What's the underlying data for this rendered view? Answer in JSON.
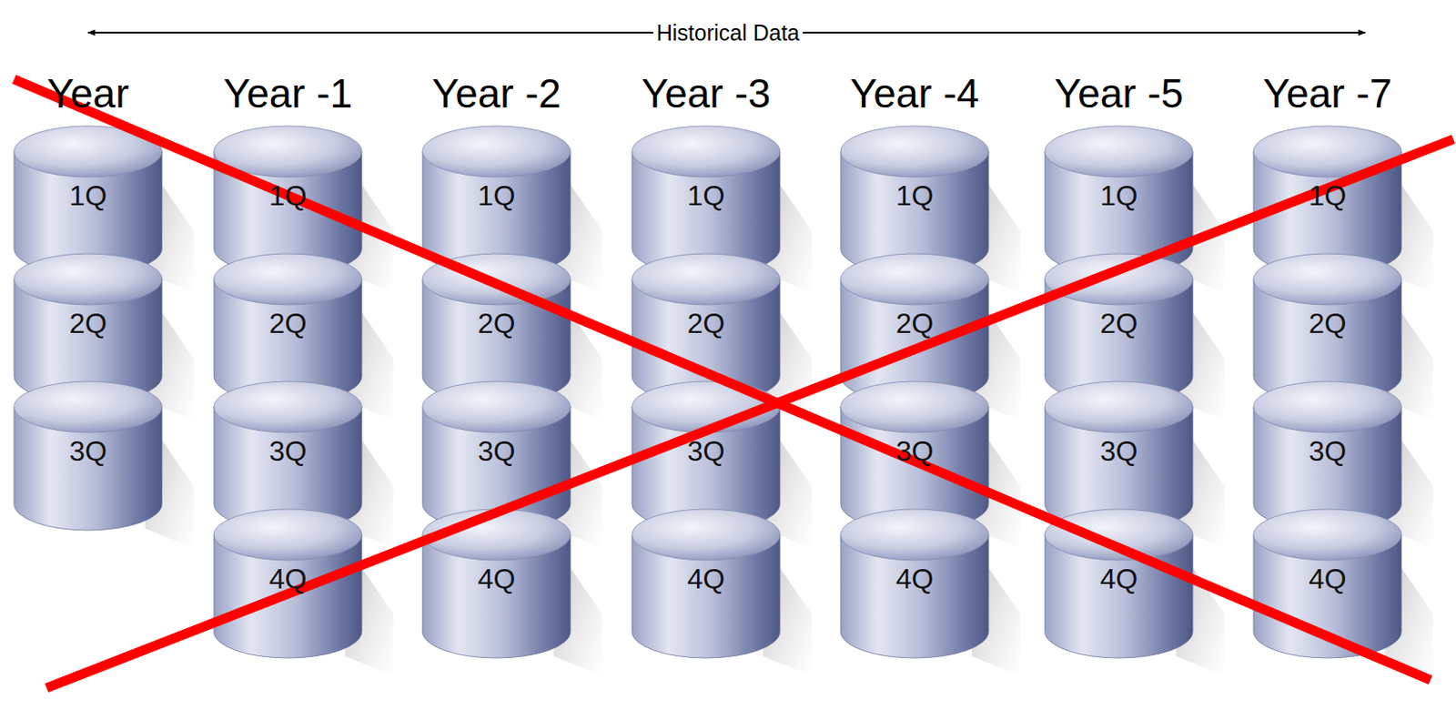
{
  "diagram": {
    "nodes": [
      {
        "text": [
          "1Q"
        ]
      },
      {
        "text": [
          "2Q"
        ]
      },
      {
        "text": [
          "3Q"
        ]
      },
      {
        "text": [
          "1Q"
        ]
      },
      {
        "text": [
          "2Q"
        ]
      },
      {
        "text": [
          "3Q"
        ]
      },
      {
        "text": [
          "4Q"
        ]
      },
      {
        "text": [
          "1Q"
        ]
      },
      {
        "text": [
          "2Q"
        ]
      },
      {
        "text": [
          "3Q"
        ]
      },
      {
        "text": [
          "4Q"
        ]
      },
      {
        "text": [
          "1Q"
        ]
      },
      {
        "text": [
          "2Q"
        ]
      },
      {
        "text": [
          "3Q"
        ]
      },
      {
        "text": [
          "4Q"
        ]
      },
      {
        "text": [
          "1Q"
        ]
      },
      {
        "text": [
          "2Q"
        ]
      },
      {
        "text": [
          "3Q"
        ]
      },
      {
        "text": [
          "4Q"
        ]
      },
      {
        "text": [
          "1Q"
        ]
      },
      {
        "text": [
          "2Q"
        ]
      },
      {
        "text": [
          "3Q"
        ]
      },
      {
        "text": [
          "4Q"
        ]
      },
      {
        "text": [
          "1Q"
        ]
      },
      {
        "text": [
          "2Q"
        ]
      },
      {
        "text": [
          "3Q"
        ]
      },
      {
        "text": [
          "4Q"
        ]
      }
    ],
    "labels": [
      "Historical Data",
      "Year",
      "Year -1",
      "Year -2",
      "Year -3",
      "Year -4",
      "Year -5",
      "Year -7"
    ]
  }
}
